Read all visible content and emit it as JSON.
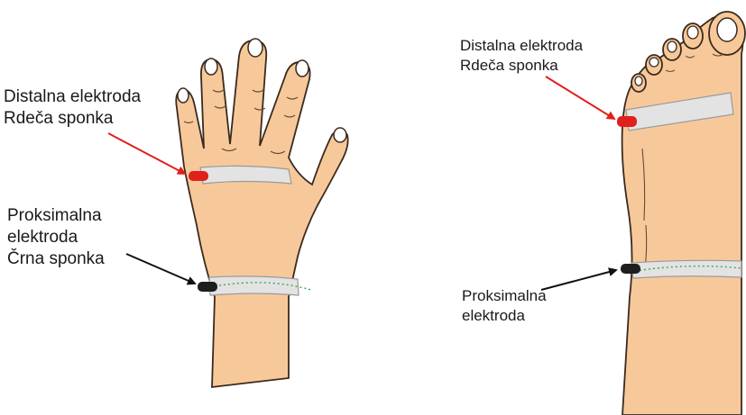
{
  "hand_panel": {
    "distal_label": [
      "Distalna elektroda",
      "Rdeča sponka"
    ],
    "proximal_label": [
      "Proksimalna",
      "elektroda",
      "Črna sponka"
    ]
  },
  "foot_panel": {
    "distal_label": [
      "Distalna elektroda",
      "Rdeča sponka"
    ],
    "proximal_label": [
      "Proksimalna",
      "elektroda"
    ]
  },
  "colors": {
    "skin": "#f7c99a",
    "skin_outline": "#3a2a1e",
    "electrode_band": "#e3e3e3",
    "band_outline": "#9a9a9a",
    "red_clip": "#e0201c",
    "black_clip": "#1e1e1e",
    "arrow_red": "#e0201c",
    "arrow_black": "#111111",
    "dotted_line": "#3aa64a"
  }
}
